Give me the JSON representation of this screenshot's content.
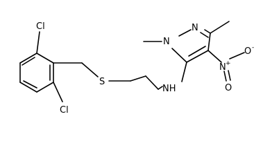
{
  "atoms": {
    "cl_top": "Cl",
    "cl_bottom": "Cl",
    "sulfur": "S",
    "amine": "NH",
    "ring_n_top": "N",
    "ring_n_left": "N",
    "nitro_n": "N",
    "nitro_o_top": "O",
    "nitro_o_bottom": "O",
    "n_plus": "+",
    "o_minus": "-"
  }
}
